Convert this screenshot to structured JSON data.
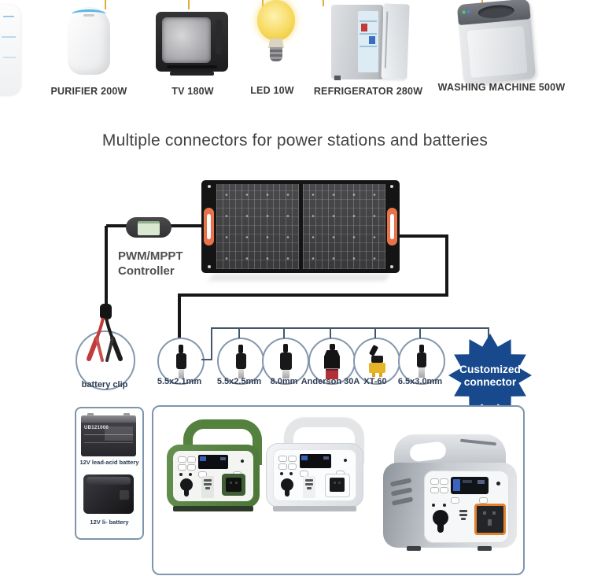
{
  "appliances": {
    "items": [
      {
        "label": "PURIFIER 200W",
        "icon": "air-purifier-icon"
      },
      {
        "label": "TV 180W",
        "icon": "tv-icon"
      },
      {
        "label": "LED 10W",
        "icon": "led-bulb-icon"
      },
      {
        "label": "REFRIGERATOR 280W",
        "icon": "refrigerator-icon"
      },
      {
        "label": "WASHING MACHINE 500W",
        "icon": "washing-machine-icon"
      }
    ]
  },
  "headline": "Multiple connectors for power stations and batteries",
  "controller": {
    "line1": "PWM/MPPT",
    "line2": "Controller"
  },
  "connectors": {
    "items": [
      {
        "label": "battery clip"
      },
      {
        "label": "5.5x2.1mm"
      },
      {
        "label": "5.5x2.5mm"
      },
      {
        "label": "8.0mm"
      },
      {
        "label": "Anderson 30A"
      },
      {
        "label": "XT-60"
      },
      {
        "label": "6.5x3.0mm"
      }
    ]
  },
  "badge": {
    "line1": "Customized",
    "line2": "connector"
  },
  "batteries": {
    "items": [
      {
        "sticker": "UB121000",
        "label": "12V lead-acid battery"
      },
      {
        "label": "12V li- battery"
      }
    ]
  },
  "stations": {
    "items": [
      {
        "name": "green power station"
      },
      {
        "name": "white power station"
      },
      {
        "name": "silver power station"
      }
    ]
  },
  "colors": {
    "badge_blue": "#17498c",
    "wire_black": "#161616",
    "circle_stroke": "#8598ad",
    "manifold_line": "#44566b",
    "panel_handle_orange": "#e8734a",
    "station_green": "#55813f",
    "outlet_orange": "#e0822e",
    "box_border": "#7e95ad",
    "dash_yellow": "#e2a93f",
    "label_navy": "#2f3c52"
  }
}
